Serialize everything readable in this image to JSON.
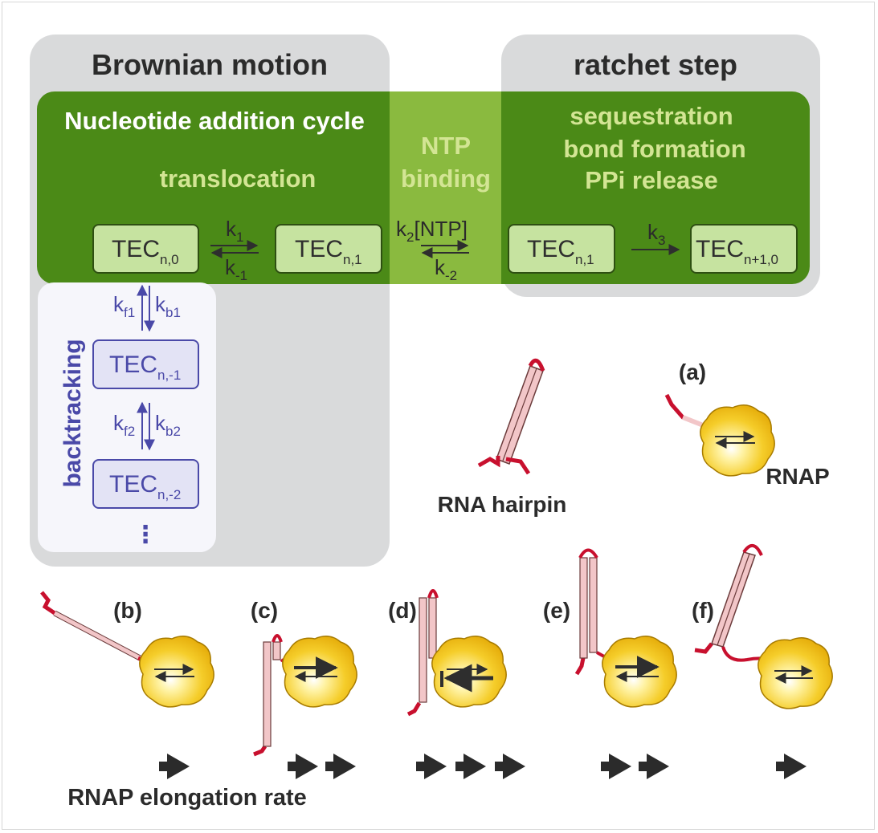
{
  "panels": {
    "brownian_title": "Brownian motion",
    "ratchet_title": "ratchet step",
    "cycle_title": "Nucleotide addition cycle",
    "translocation": "translocation",
    "ntp_binding": [
      "NTP",
      "binding"
    ],
    "ratchet_lines": [
      "sequestration",
      "bond formation",
      "PPi release"
    ],
    "backtracking": "backtracking",
    "ellipsis": "⋮"
  },
  "states": {
    "tec_main": "TEC",
    "n0": "n,0",
    "n1a": "n,1",
    "n1b": "n,1",
    "n1_0": "n+1,0",
    "nm1": "n,-1",
    "nm2": "n,-2"
  },
  "rates": {
    "k": "k",
    "k1": "1",
    "km1": "-1",
    "k2_sub": "2",
    "k2_conc": "[NTP]",
    "km2": "-2",
    "k3": "3",
    "f1": "f1",
    "b1": "b1",
    "f2": "f2",
    "b2": "b2"
  },
  "labels": {
    "rna_hairpin": "RNA hairpin",
    "rnap": "RNAP",
    "elongation_rate": "RNAP elongation rate",
    "a": "(a)",
    "b": "(b)",
    "c": "(c)",
    "d": "(d)",
    "e": "(e)",
    "f": "(f)"
  },
  "elongation_arrows": {
    "b": 1,
    "c": 2,
    "d": 3,
    "e": 2,
    "f": 1
  },
  "colors": {
    "gray_panel": "#d9dadb",
    "green_band": "#4b8a17",
    "green_overlap": "#8aba3f",
    "tec_box": "#c6e3a0",
    "backtrack_box": "#e3e3f5",
    "backtrack_text": "#4a49a8",
    "light_green_text": "#d3e594",
    "rna_red": "#c8102e",
    "rna_pink": "#f2c6c8",
    "rnap_yellow": "#f2c21a"
  }
}
